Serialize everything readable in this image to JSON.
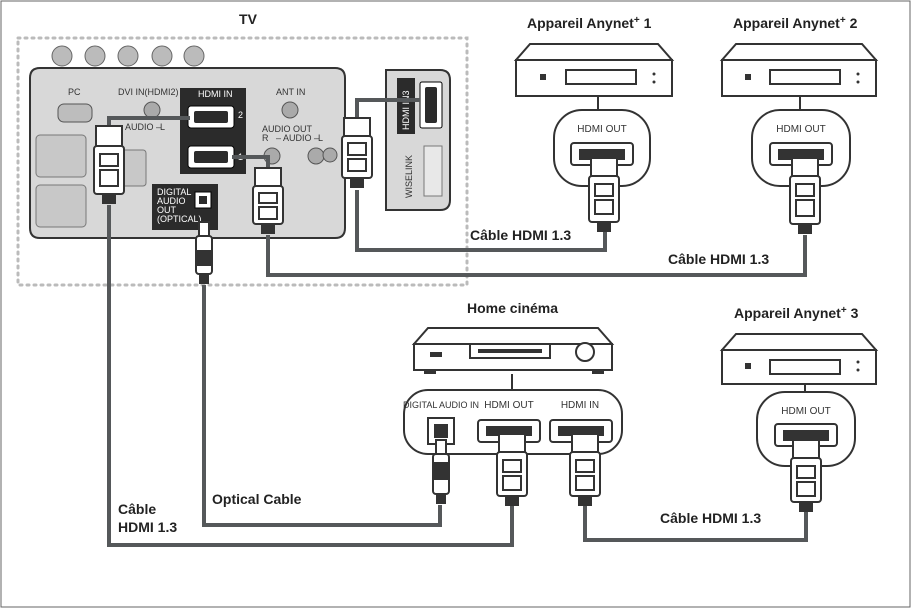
{
  "labels": {
    "tv": "TV",
    "dev1": "Appareil Anynet",
    "dev1_sup": "+",
    "dev1_num": " 1",
    "dev2": "Appareil Anynet",
    "dev2_sup": "+",
    "dev2_num": " 2",
    "dev3": "Appareil Anynet",
    "dev3_sup": "+",
    "dev3_num": " 3",
    "home": "Home cinéma",
    "cable_hdmi_a": "Câble HDMI 1.3",
    "cable_hdmi_b": "Câble HDMI 1.3",
    "cable_hdmi_c": "Câble HDMI 1.3",
    "cable_hdmi_left1": "Câble",
    "cable_hdmi_left2": "HDMI 1.3",
    "optical": "Optical Cable"
  },
  "tv_panel": {
    "pc": "PC",
    "dvi": "DVI IN(HDMI2)",
    "hdmi_in": "HDMI IN",
    "num1": "1",
    "num2": "2",
    "audio": "– AUDIO –",
    "audio_l": "L",
    "ant": "ANT IN",
    "audio_out": "AUDIO OUT",
    "audio_out_r": "R",
    "audio_out_mid": "– AUDIO –",
    "audio_out_l": "L",
    "dig1": "DIGITAL",
    "dig2": "AUDIO",
    "dig3": "OUT",
    "dig4": "(OPTICAL)",
    "hdmi3": "HDMI IN3",
    "wiselink": "WISELINK"
  },
  "ports": {
    "hdmi_out_1": "HDMI OUT",
    "hdmi_out_2": "HDMI OUT",
    "hdmi_out_3": "HDMI OUT",
    "ht_digital_in": "DIGITAL AUDIO IN",
    "ht_hdmi_out": "HDMI OUT",
    "ht_hdmi_in": "HDMI IN"
  },
  "colors": {
    "cable": "#55585a",
    "panel": "#d9d9d9",
    "panel_dark": "#2b2b2b",
    "border": "#333333"
  }
}
